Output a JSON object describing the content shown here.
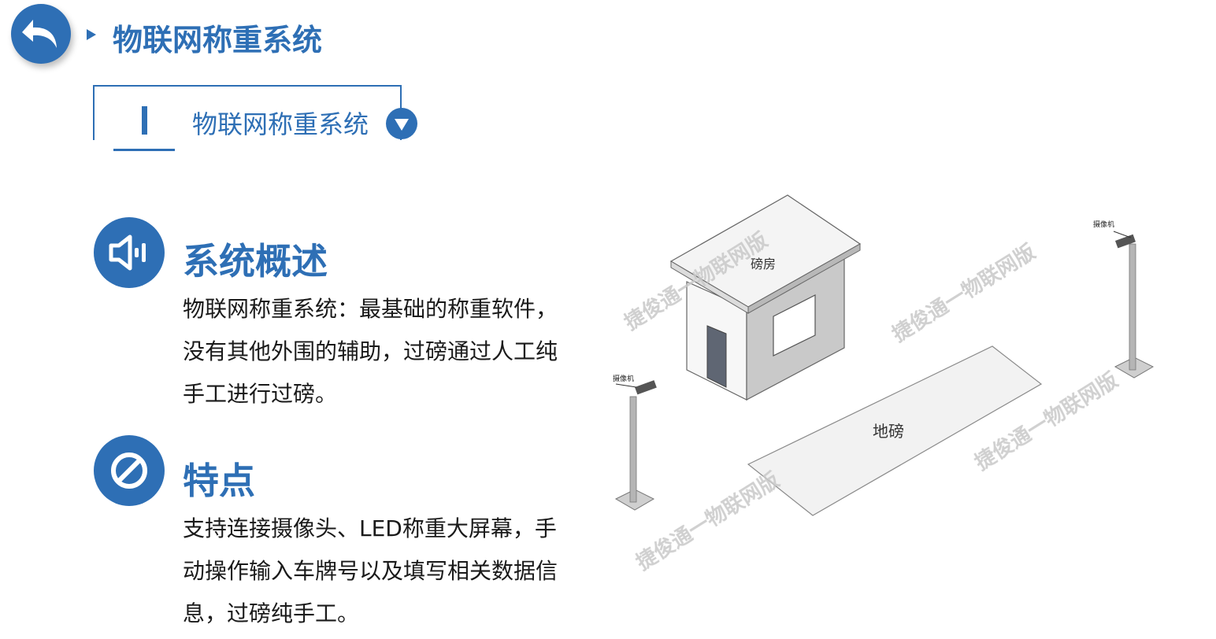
{
  "header": {
    "title": "物联网称重系统"
  },
  "selector": {
    "label": "物联网称重系统"
  },
  "overview": {
    "title": "系统概述",
    "body": "物联网称重系统：最基础的称重软件，没有其他外围的辅助，过磅通过人工纯手工进行过磅。"
  },
  "features": {
    "title": "特点",
    "body": "支持连接摄像头、LED称重大屏幕，手动操作输入车牌号以及填写相关数据信息，过磅纯手工。"
  },
  "illustration": {
    "house_label": "磅房",
    "scale_label": "地磅",
    "camera_left_label": "摄像机",
    "camera_right_label": "摄像机",
    "watermark": "捷俊通一物联网版"
  },
  "colors": {
    "brand": "#2e6fb5",
    "text": "#1a1a1a"
  },
  "icons": {
    "back": "back-arrow-icon",
    "caret": "chevron-down-icon",
    "overview": "speaker-icon",
    "features": "no-entry-icon"
  }
}
